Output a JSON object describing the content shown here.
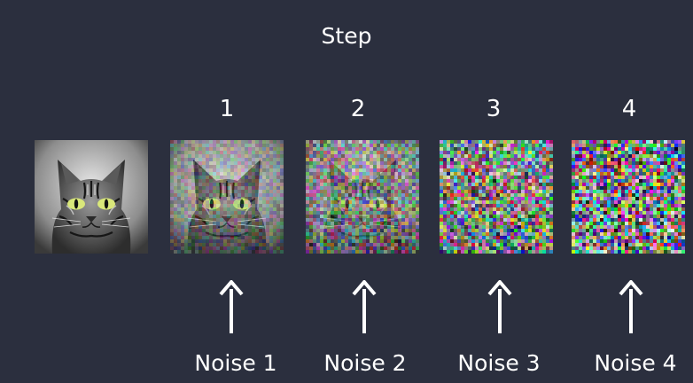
{
  "title": "Step",
  "steps": [
    {
      "number": "1",
      "noise_label": "Noise 1",
      "noise_level": 0.25
    },
    {
      "number": "2",
      "noise_label": "Noise 2",
      "noise_level": 0.5
    },
    {
      "number": "3",
      "noise_label": "Noise 3",
      "noise_level": 0.8
    },
    {
      "number": "4",
      "noise_label": "Noise 4",
      "noise_level": 1.0
    }
  ],
  "original": {
    "noise_level": 0.0
  },
  "colors": {
    "background": "#2b2f3e",
    "text": "#ffffff",
    "cat_eye": "#d9e77a"
  },
  "icons": {
    "arrow": "up-arrow-icon",
    "image": "cat-photo-icon"
  }
}
